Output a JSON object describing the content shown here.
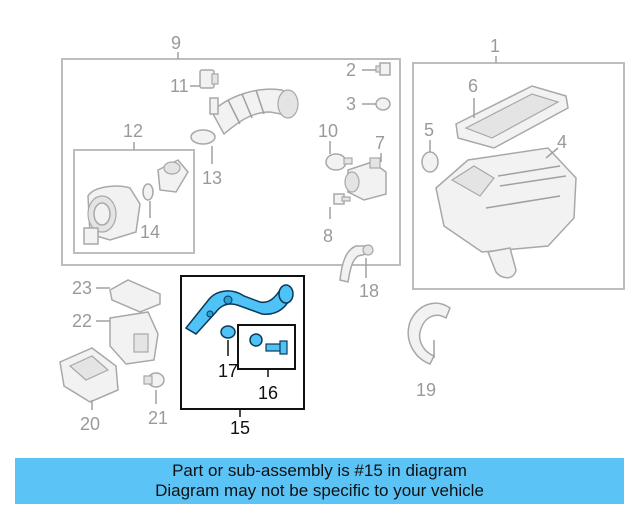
{
  "callouts": {
    "n1": "1",
    "n2": "2",
    "n3": "3",
    "n4": "4",
    "n5": "5",
    "n6": "6",
    "n7": "7",
    "n8": "8",
    "n9": "9",
    "n10": "10",
    "n11": "11",
    "n12": "12",
    "n13": "13",
    "n14": "14",
    "n15": "15",
    "n16": "16",
    "n17": "17",
    "n18": "18",
    "n19": "19",
    "n20": "20",
    "n21": "21",
    "n22": "22",
    "n23": "23"
  },
  "highlight": {
    "color": "#4fc3f7",
    "part_number": "15"
  },
  "banner": {
    "line1": "Part or sub-assembly is #15 in diagram",
    "line2": "Diagram may not be specific to your vehicle",
    "background": "#5bc3f5"
  }
}
